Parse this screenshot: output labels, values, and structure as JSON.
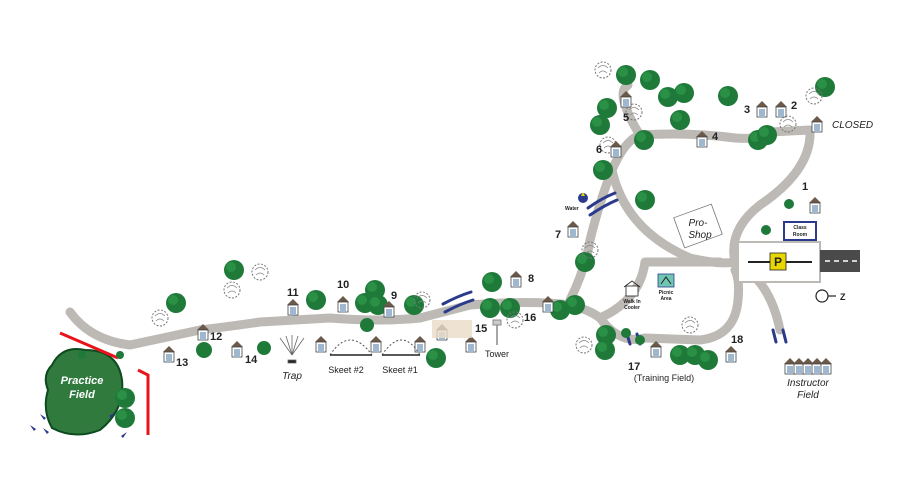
{
  "colors": {
    "path": "#bdbab5",
    "tree": "#1f7a3a",
    "tree_dark": "#0d4a20",
    "field": "#2f7a3c",
    "fence": "#e8141c",
    "bridge": "#2a3a8c",
    "station": "#4a4a4a"
  },
  "stations": {
    "s1": "1",
    "s2": "2",
    "s3": "3",
    "s4": "4",
    "s5": "5",
    "s6": "6",
    "s7": "7",
    "s8": "8",
    "s9": "9",
    "s10": "10",
    "s11": "11",
    "s12": "12",
    "s13": "13",
    "s14": "14",
    "s15": "15",
    "s16": "16",
    "s17": "17",
    "s18": "18"
  },
  "labels": {
    "closed": "CLOSED",
    "pro_shop_line1": "Pro-",
    "pro_shop_line2": "Shop",
    "class_room_line1": "Class",
    "class_room_line2": "Room",
    "parking": "P",
    "water": "Water",
    "walk_in_cooler_line1": "Walk In",
    "walk_in_cooler_line2": "Cooler",
    "picnic_line1": "Picnic",
    "picnic_line2": "Area",
    "tower": "Tower",
    "trap": "Trap",
    "skeet2": "Skeet #2",
    "skeet1": "Skeet #1",
    "training_field": "(Training Field)",
    "instructor_line1": "Instructor",
    "instructor_line2": "Field",
    "practice_line1": "Practice",
    "practice_line2": "Field",
    "north": "Z"
  }
}
